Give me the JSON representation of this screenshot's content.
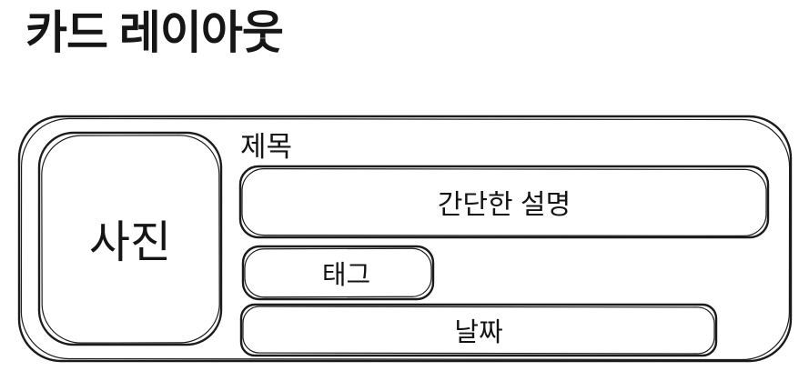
{
  "page": {
    "title": "카드 레이아웃"
  },
  "card": {
    "photo_label": "사진",
    "title_label": "제목",
    "description_label": "간단한 설명",
    "tag_label": "태그",
    "date_label": "날짜"
  },
  "style": {
    "stroke_color": "#1b1b1b",
    "text_color": "#141414",
    "background_color": "#ffffff",
    "drawing_style": "hand-drawn-sketch"
  }
}
